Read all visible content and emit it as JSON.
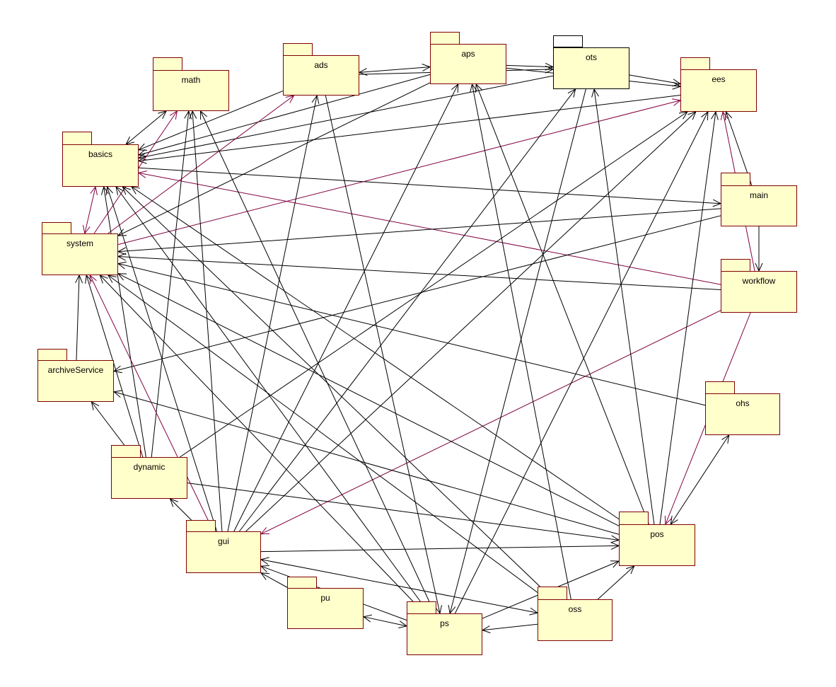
{
  "colors": {
    "package_fill": "#ffffcc",
    "package_border": "#800000",
    "edge_black": "#000000",
    "edge_maroon": "#800040"
  },
  "packages": [
    {
      "id": "math",
      "label": "math"
    },
    {
      "id": "ads",
      "label": "ads"
    },
    {
      "id": "aps",
      "label": "aps"
    },
    {
      "id": "ots",
      "label": "ots"
    },
    {
      "id": "ees",
      "label": "ees"
    },
    {
      "id": "basics",
      "label": "basics"
    },
    {
      "id": "main",
      "label": "main"
    },
    {
      "id": "system",
      "label": "system"
    },
    {
      "id": "workflow",
      "label": "workflow"
    },
    {
      "id": "archiveService",
      "label": "archiveService"
    },
    {
      "id": "ohs",
      "label": "ohs"
    },
    {
      "id": "dynamic",
      "label": "dynamic"
    },
    {
      "id": "pos",
      "label": "pos"
    },
    {
      "id": "gui",
      "label": "gui"
    },
    {
      "id": "pu",
      "label": "pu"
    },
    {
      "id": "oss",
      "label": "oss"
    },
    {
      "id": "ps",
      "label": "ps"
    }
  ],
  "dependencies": [
    {
      "from": "ads",
      "to": "aps",
      "bidirectional": true,
      "color": "black"
    },
    {
      "from": "aps",
      "to": "ots",
      "bidirectional": false,
      "color": "black"
    },
    {
      "from": "ots",
      "to": "ees",
      "bidirectional": false,
      "color": "black"
    },
    {
      "from": "aps",
      "to": "ees",
      "bidirectional": false,
      "color": "black"
    },
    {
      "from": "ads",
      "to": "ots",
      "bidirectional": false,
      "color": "black"
    },
    {
      "from": "math",
      "to": "basics",
      "bidirectional": true,
      "color": "black"
    },
    {
      "from": "ads",
      "to": "basics",
      "bidirectional": false,
      "color": "black"
    },
    {
      "from": "aps",
      "to": "basics",
      "bidirectional": false,
      "color": "black"
    },
    {
      "from": "ots",
      "to": "basics",
      "bidirectional": false,
      "color": "black"
    },
    {
      "from": "ees",
      "to": "basics",
      "bidirectional": false,
      "color": "black"
    },
    {
      "from": "basics",
      "to": "main",
      "bidirectional": false,
      "color": "black"
    },
    {
      "from": "workflow",
      "to": "basics",
      "bidirectional": false,
      "color": "maroon"
    },
    {
      "from": "system",
      "to": "basics",
      "bidirectional": true,
      "color": "maroon"
    },
    {
      "from": "system",
      "to": "math",
      "bidirectional": false,
      "color": "maroon"
    },
    {
      "from": "system",
      "to": "ads",
      "bidirectional": false,
      "color": "maroon"
    },
    {
      "from": "system",
      "to": "ees",
      "bidirectional": false,
      "color": "maroon"
    },
    {
      "from": "aps",
      "to": "system",
      "bidirectional": false,
      "color": "black"
    },
    {
      "from": "main",
      "to": "system",
      "bidirectional": false,
      "color": "black"
    },
    {
      "from": "workflow",
      "to": "system",
      "bidirectional": false,
      "color": "black"
    },
    {
      "from": "ohs",
      "to": "system",
      "bidirectional": false,
      "color": "black"
    },
    {
      "from": "main",
      "to": "ees",
      "bidirectional": false,
      "color": "black"
    },
    {
      "from": "main",
      "to": "workflow",
      "bidirectional": false,
      "color": "black"
    },
    {
      "from": "workflow",
      "to": "ees",
      "bidirectional": false,
      "color": "maroon"
    },
    {
      "from": "workflow",
      "to": "pos",
      "bidirectional": false,
      "color": "maroon"
    },
    {
      "from": "workflow",
      "to": "gui",
      "bidirectional": false,
      "color": "maroon"
    },
    {
      "from": "archiveService",
      "to": "system",
      "bidirectional": false,
      "color": "black"
    },
    {
      "from": "main",
      "to": "archiveService",
      "bidirectional": false,
      "color": "black"
    },
    {
      "from": "dynamic",
      "to": "archiveService",
      "bidirectional": false,
      "color": "black"
    },
    {
      "from": "dynamic",
      "to": "basics",
      "bidirectional": false,
      "color": "black"
    },
    {
      "from": "dynamic",
      "to": "system",
      "bidirectional": false,
      "color": "black"
    },
    {
      "from": "dynamic",
      "to": "math",
      "bidirectional": false,
      "color": "black"
    },
    {
      "from": "dynamic",
      "to": "ees",
      "bidirectional": false,
      "color": "black"
    },
    {
      "from": "dynamic",
      "to": "pos",
      "bidirectional": false,
      "color": "black"
    },
    {
      "from": "dynamic",
      "to": "gui",
      "bidirectional": true,
      "color": "black"
    },
    {
      "from": "gui",
      "to": "basics",
      "bidirectional": false,
      "color": "black"
    },
    {
      "from": "gui",
      "to": "system",
      "bidirectional": false,
      "color": "maroon"
    },
    {
      "from": "gui",
      "to": "math",
      "bidirectional": false,
      "color": "black"
    },
    {
      "from": "gui",
      "to": "ads",
      "bidirectional": false,
      "color": "black"
    },
    {
      "from": "gui",
      "to": "aps",
      "bidirectional": false,
      "color": "black"
    },
    {
      "from": "gui",
      "to": "ots",
      "bidirectional": false,
      "color": "black"
    },
    {
      "from": "gui",
      "to": "ees",
      "bidirectional": false,
      "color": "black"
    },
    {
      "from": "gui",
      "to": "pos",
      "bidirectional": false,
      "color": "black"
    },
    {
      "from": "gui",
      "to": "oss",
      "bidirectional": true,
      "color": "black"
    },
    {
      "from": "pu",
      "to": "gui",
      "bidirectional": false,
      "color": "black"
    },
    {
      "from": "ps",
      "to": "pu",
      "bidirectional": true,
      "color": "black"
    },
    {
      "from": "ps",
      "to": "gui",
      "bidirectional": false,
      "color": "black"
    },
    {
      "from": "ps",
      "to": "basics",
      "bidirectional": false,
      "color": "black"
    },
    {
      "from": "ps",
      "to": "system",
      "bidirectional": false,
      "color": "black"
    },
    {
      "from": "ps",
      "to": "math",
      "bidirectional": false,
      "color": "black"
    },
    {
      "from": "ps",
      "to": "ees",
      "bidirectional": false,
      "color": "black"
    },
    {
      "from": "ps",
      "to": "pos",
      "bidirectional": false,
      "color": "black"
    },
    {
      "from": "ots",
      "to": "ps",
      "bidirectional": false,
      "color": "black"
    },
    {
      "from": "ads",
      "to": "ps",
      "bidirectional": false,
      "color": "black"
    },
    {
      "from": "oss",
      "to": "ps",
      "bidirectional": false,
      "color": "black"
    },
    {
      "from": "oss",
      "to": "basics",
      "bidirectional": false,
      "color": "black"
    },
    {
      "from": "oss",
      "to": "system",
      "bidirectional": false,
      "color": "black"
    },
    {
      "from": "oss",
      "to": "aps",
      "bidirectional": false,
      "color": "black"
    },
    {
      "from": "oss",
      "to": "pos",
      "bidirectional": false,
      "color": "black"
    },
    {
      "from": "pos",
      "to": "basics",
      "bidirectional": false,
      "color": "black"
    },
    {
      "from": "pos",
      "to": "system",
      "bidirectional": false,
      "color": "black"
    },
    {
      "from": "pos",
      "to": "aps",
      "bidirectional": false,
      "color": "black"
    },
    {
      "from": "pos",
      "to": "ots",
      "bidirectional": false,
      "color": "black"
    },
    {
      "from": "pos",
      "to": "ees",
      "bidirectional": false,
      "color": "black"
    },
    {
      "from": "pos",
      "to": "ohs",
      "bidirectional": true,
      "color": "black"
    },
    {
      "from": "pos",
      "to": "archiveService",
      "bidirectional": false,
      "color": "black"
    }
  ]
}
